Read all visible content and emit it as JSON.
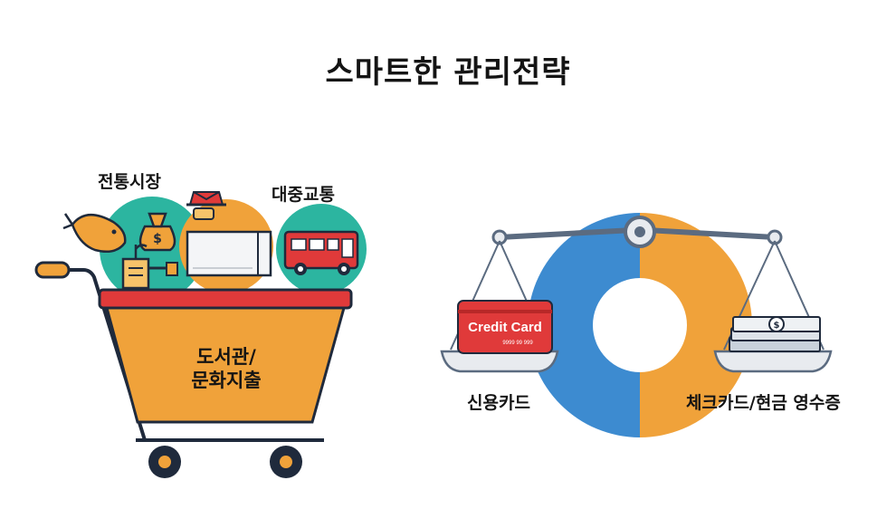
{
  "title": "스마트한 관리전략",
  "cart": {
    "label_market": "전통시장",
    "label_transport": "대중교통",
    "label_library_line1": "도서관/",
    "label_library_line2": "문화지출"
  },
  "scale": {
    "label_left": "신용카드",
    "label_right": "체크카드/현금 영수증",
    "card_text": "Credit Card",
    "card_subtext": "9999  99  999"
  },
  "colors": {
    "orange": "#F0A23A",
    "blue": "#3D8BD0",
    "teal": "#2CB5A0",
    "red": "#E03A3A",
    "navy": "#1F2A3C"
  }
}
